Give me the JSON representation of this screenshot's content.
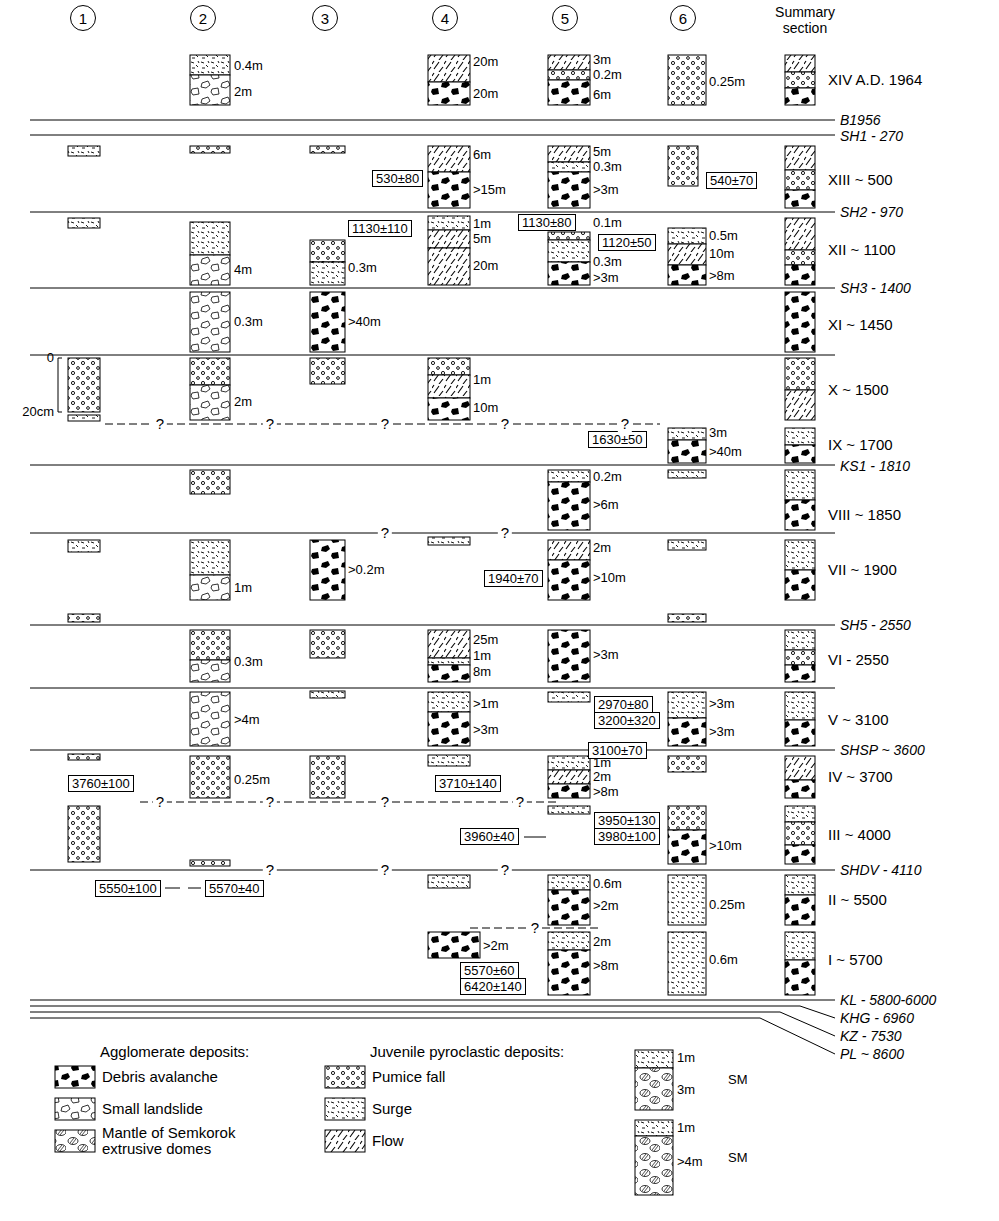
{
  "diagram": {
    "nodes": [
      {
        "text": [
          "1"
        ]
      },
      {
        "text": [
          "2"
        ]
      },
      {
        "text": [
          "3"
        ]
      },
      {
        "text": [
          "4"
        ]
      },
      {
        "text": [
          "5"
        ]
      },
      {
        "text": [
          "6"
        ]
      },
      {
        "text": [
          "530±80"
        ]
      },
      {
        "text": [
          "540±70"
        ]
      },
      {
        "text": [
          "1130±110"
        ]
      },
      {
        "text": [
          "1130±80"
        ]
      },
      {
        "text": [
          "1120±50"
        ]
      },
      {
        "text": [
          "1630±50"
        ]
      },
      {
        "text": [
          "1940±70"
        ]
      },
      {
        "text": [
          "2970±80"
        ]
      },
      {
        "text": [
          "3200±320"
        ]
      },
      {
        "text": [
          "3100±70"
        ]
      },
      {
        "text": [
          "3760±100"
        ]
      },
      {
        "text": [
          "3710±140"
        ]
      },
      {
        "text": [
          "3950±130"
        ]
      },
      {
        "text": [
          "3980±100"
        ]
      },
      {
        "text": [
          "3960±40"
        ]
      },
      {
        "text": [
          "5550±100"
        ]
      },
      {
        "text": [
          "5570±40"
        ]
      },
      {
        "text": [
          "5570±60"
        ]
      },
      {
        "text": [
          "6420±140"
        ]
      }
    ],
    "labels": [
      "Summary section",
      "0.4m",
      "2m",
      "20m",
      "20m",
      "3m",
      "0.2m",
      "6m",
      "0.25m",
      "XIV A.D. 1964",
      "B1956",
      "SH1 - 270",
      "6m",
      ">15m",
      "5m",
      "0.3m",
      ">3m",
      "XIII ~ 500",
      "SH2 - 970",
      "4m",
      "0.3m",
      "1m",
      "5m",
      "20m",
      "0.1m",
      "0.3m",
      ">3m",
      "0.5m",
      "10m",
      ">8m",
      "XII ~ 1100",
      "SH3 - 1400",
      "0.3m",
      ">40m",
      "XI ~ 1450",
      "0",
      "20cm",
      "2m",
      "1m",
      "10m",
      "X ~ 1500",
      "?",
      "?",
      "?",
      "?",
      "?",
      "3m",
      ">40m",
      "IX ~ 1700",
      "KS1 - 1810",
      "0.2m",
      ">6m",
      "VIII ~ 1850",
      "?",
      "?",
      "1m",
      ">0.2m",
      "2m",
      ">10m",
      "VII ~ 1900",
      "SH5 - 2550",
      "0.3m",
      "25m",
      "1m",
      "8m",
      ">3m",
      "VI - 2550",
      ">4m",
      ">1m",
      ">3m",
      ">3m",
      ">3m",
      "V ~ 3100",
      "SHSP ~ 3600",
      "0.25m",
      "1m",
      "2m",
      ">8m",
      "IV ~ 3700",
      "?",
      "?",
      "?",
      "?",
      ">10m",
      "III ~ 4000",
      "SHDV - 4110",
      "?",
      "?",
      "?",
      "0.6m",
      ">2m",
      "0.25m",
      "II ~ 5500",
      "?",
      ">2m",
      "2m",
      ">8m",
      "0.6m",
      "I ~ 5700",
      "KL - 5800-6000",
      "KHG - 6960",
      "KZ - 7530",
      "PL ~ 8600",
      "Agglomerate deposits:",
      "Juvenile pyroclastic deposits:",
      "1m",
      "3m",
      "SM",
      "1m",
      ">4m",
      "SM"
    ],
    "legend": [
      {
        "text": "Debris avalanche"
      },
      {
        "text": "Small landslide"
      },
      {
        "text": "Mantle of Semkorok extrusive domes"
      },
      {
        "text": "Pumice fall"
      },
      {
        "text": "Surge"
      },
      {
        "text": "Flow"
      }
    ]
  }
}
